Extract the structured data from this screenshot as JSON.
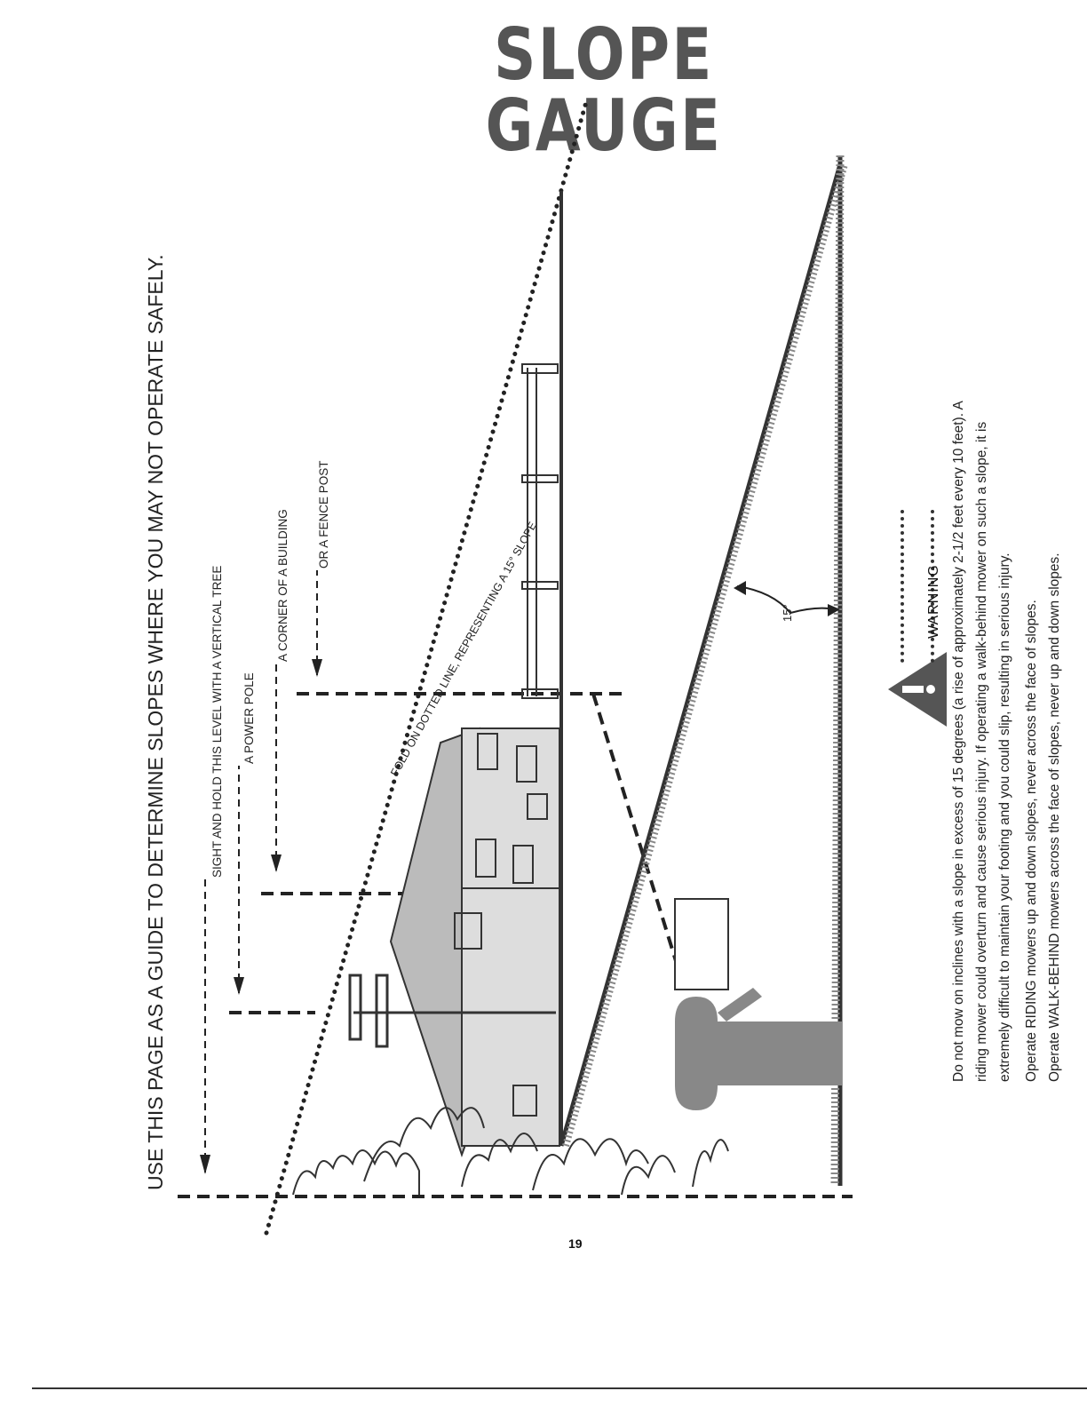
{
  "title": "SLOPE GAUGE",
  "headline": "USE THIS PAGE AS A GUIDE TO DETERMINE SLOPES WHERE YOU MAY NOT OPERATE SAFELY.",
  "labels": {
    "sight": "SIGHT AND HOLD THIS LEVEL WITH A VERTICAL TREE",
    "pole": "A POWER POLE",
    "building": "A CORNER OF A BUILDING",
    "fence": "OR A FENCE POST",
    "fold": "FOLD ON DOTTED LINE, REPRESENTING A 15° SLOPE",
    "angle": "15°"
  },
  "warning": {
    "badge": "WARNING",
    "paragraph": [
      "Do not mow on inclines with a slope in excess of 15 degrees (a rise of approximately 2-1/2 feet every 10 feet). A",
      "riding mower could overturn and cause serious injury. If operating a walk-behind mower on such a slope, it is",
      "extremely difficult to maintain your footing and you could slip, resulting in serious injury."
    ],
    "riding": "Operate RIDING mowers up and down slopes, never across the face of slopes.",
    "walk_behind": "Operate WALK-BEHIND mowers across the face of slopes, never up and down slopes."
  },
  "page_number": "19",
  "colors": {
    "ink": "#111111",
    "title_gray": "#555555",
    "grass": "#444444",
    "figure": "#777777"
  }
}
